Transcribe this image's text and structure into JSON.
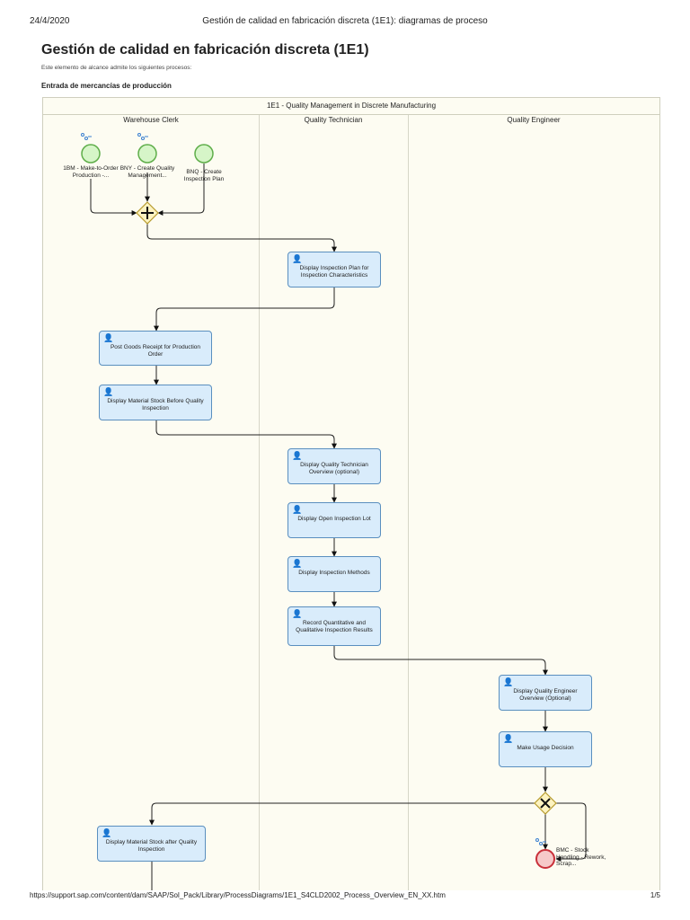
{
  "header": {
    "date": "24/4/2020",
    "doc_title": "Gestión de calidad en fabricación discreta (1E1): diagramas de proceso"
  },
  "page_title": "Gestión de calidad en fabricación discreta (1E1)",
  "subtitle": "Este elemento de alcance admite los siguientes procesos:",
  "section": "Entrada de mercancías de producción",
  "diagram": {
    "pool_title": "1E1 - Quality Management in Discrete Manufacturing",
    "lanes": [
      "Warehouse Clerk",
      "Quality Technician",
      "Quality Engineer"
    ],
    "start_events": [
      "1BM - Make-to-Order Production -...",
      "BNY - Create Quality Management...",
      "BNQ - Create Inspection Plan"
    ],
    "tasks": [
      "Display Inspection Plan for Inspection Characteristics",
      "Post Goods Receipt for Production Order",
      "Display Material Stock Before Quality Inspection",
      "Display Quality Technician Overview (optional)",
      "Display Open Inspection Lot",
      "Display Inspection Methods",
      "Record Quantitative and Qualitative Inspection Results",
      "Display Quality Engineer Overview (Optional)",
      "Make Usage Decision",
      "Display Material Stock after Quality Inspection"
    ],
    "end_event": "BMC - Stock Handling - Rework, Scrap...",
    "icons": {
      "task": "user-icon",
      "gateway_parallel": "plus-icon",
      "gateway_exclusive": "x-icon",
      "subprocess_link": "link-icon"
    },
    "colors": {
      "task_fill": "#d9ecfb",
      "task_border": "#5a8fbf",
      "start_fill": "#d6f5c8",
      "start_border": "#5fae4a",
      "end_fill": "#f6c9c9",
      "end_border": "#c9303a",
      "gateway_fill": "#fdf3c0",
      "gateway_border": "#b79b2d"
    }
  },
  "footer": {
    "url": "https://support.sap.com/content/dam/SAAP/Sol_Pack/Library/ProcessDiagrams/1E1_S4CLD2002_Process_Overview_EN_XX.htm",
    "page": "1/5"
  }
}
